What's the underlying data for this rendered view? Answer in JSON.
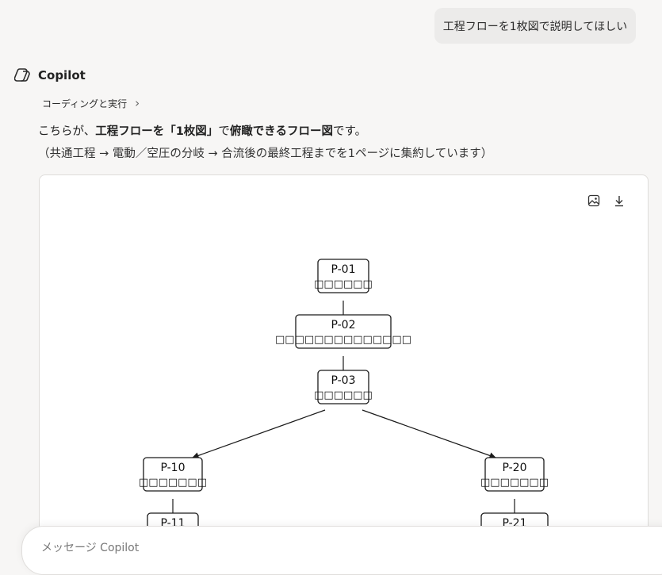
{
  "user_message": "工程フローを1枚図で説明してほしい",
  "assistant": {
    "name": "Copilot",
    "tool_step_label": "コーディングと実行",
    "intro": {
      "part1": "こちらが、",
      "bold1": "工程フローを「1枚図」",
      "part2": "で",
      "bold2": "俯瞰できるフロー図",
      "part3": "です。"
    },
    "note": "（共通工程 → 電動／空圧の分岐 → 合流後の最終工程までを1ページに集約しています）"
  },
  "artifact": {
    "actions": {
      "image_icon": "image-icon",
      "download_icon": "download-icon"
    },
    "flow": {
      "nodes": [
        {
          "id": "P-01",
          "label": "□□□□□□"
        },
        {
          "id": "P-02",
          "label": "□□□□□□□□□□□□□□"
        },
        {
          "id": "P-03",
          "label": "□□□□□□"
        },
        {
          "id": "P-10",
          "label": "□□□□□□□"
        },
        {
          "id": "P-20",
          "label": "□□□□□□□"
        },
        {
          "id": "P-11",
          "label": ""
        },
        {
          "id": "P-21",
          "label": ""
        }
      ],
      "edges": [
        [
          "P-01",
          "P-02"
        ],
        [
          "P-02",
          "P-03"
        ],
        [
          "P-03",
          "P-10"
        ],
        [
          "P-03",
          "P-20"
        ],
        [
          "P-10",
          "P-11"
        ],
        [
          "P-20",
          "P-21"
        ]
      ]
    }
  },
  "composer": {
    "placeholder": "メッセージ Copilot"
  }
}
